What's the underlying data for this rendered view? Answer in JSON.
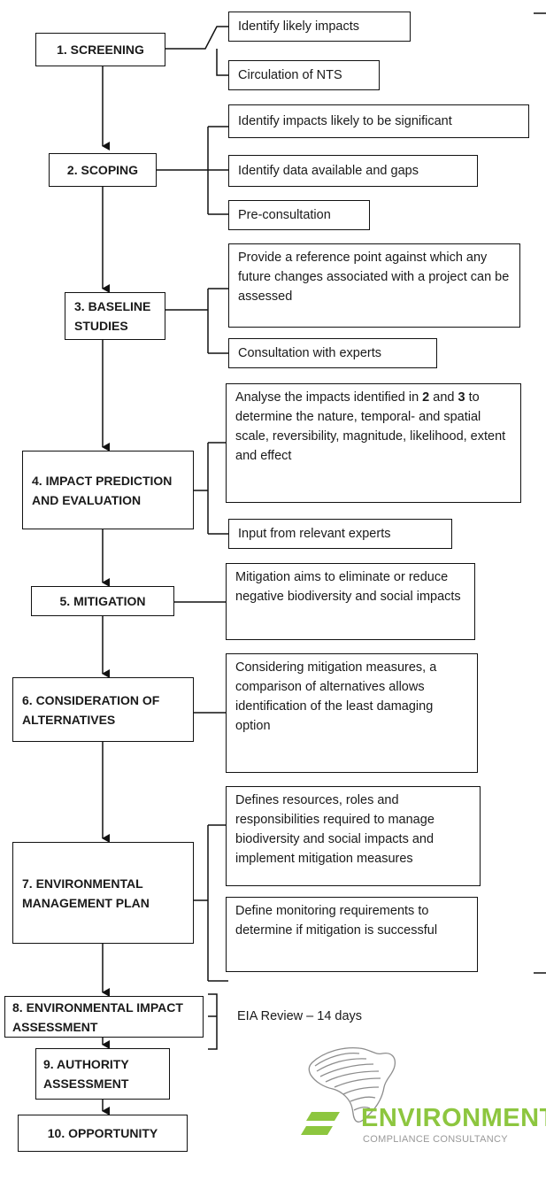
{
  "stages": [
    {
      "id": "s1",
      "label": "1. SCREENING"
    },
    {
      "id": "s2",
      "label": "2. SCOPING"
    },
    {
      "id": "s3",
      "label": "3. BASELINE STUDIES"
    },
    {
      "id": "s4",
      "label": "4. IMPACT PREDICTION AND EVALUATION"
    },
    {
      "id": "s5",
      "label": "5. MITIGATION"
    },
    {
      "id": "s6",
      "label": "6. CONSIDERATION OF ALTERNATIVES"
    },
    {
      "id": "s7",
      "label": "7. ENVIRONMENTAL MANAGEMENT PLAN"
    },
    {
      "id": "s8",
      "label": "8. ENVIRONMENTAL IMPACT ASSESSMENT"
    },
    {
      "id": "s9",
      "label": "9. AUTHORITY ASSESSMENT"
    },
    {
      "id": "s10",
      "label": "10. OPPORTUNITY"
    }
  ],
  "notes": {
    "s1": [
      "Identify likely impacts",
      "Circulation of NTS"
    ],
    "s2": [
      "Identify impacts likely to be significant",
      "Identify data available and gaps",
      "Pre-consultation"
    ],
    "s3": [
      "Provide a reference point against which any future changes associated with a project can be assessed",
      "Consultation with experts"
    ],
    "s4_analyse": {
      "prefix": "Analyse the impacts identified in ",
      "ref1": "2",
      "mid": " and ",
      "ref2": "3",
      "suffix": " to determine the nature, temporal- and spatial scale, reversibility, magnitude, likelihood, extent and effect"
    },
    "s4": [
      "Input from relevant experts"
    ],
    "s5": [
      "Mitigation aims to eliminate or reduce negative  biodiversity and social impacts"
    ],
    "s6": [
      "Considering mitigation measures, a comparison of alternatives allows identification of the least damaging option"
    ],
    "s7": [
      "Defines resources, roles and responsibilities required to manage biodiversity and social impacts and implement mitigation measures",
      "Define monitoring requirements to determine if mitigation is successful"
    ],
    "s8": [
      "EIA Review – 14 days"
    ]
  },
  "logo": {
    "name": "ENVIRONMENTAL",
    "tagline": "COMPLIANCE CONSULTANCY",
    "icon": "africa-map-icon",
    "colors": {
      "green": "#8dc63f",
      "grey": "#999999",
      "map": "#7a7a7a"
    }
  }
}
